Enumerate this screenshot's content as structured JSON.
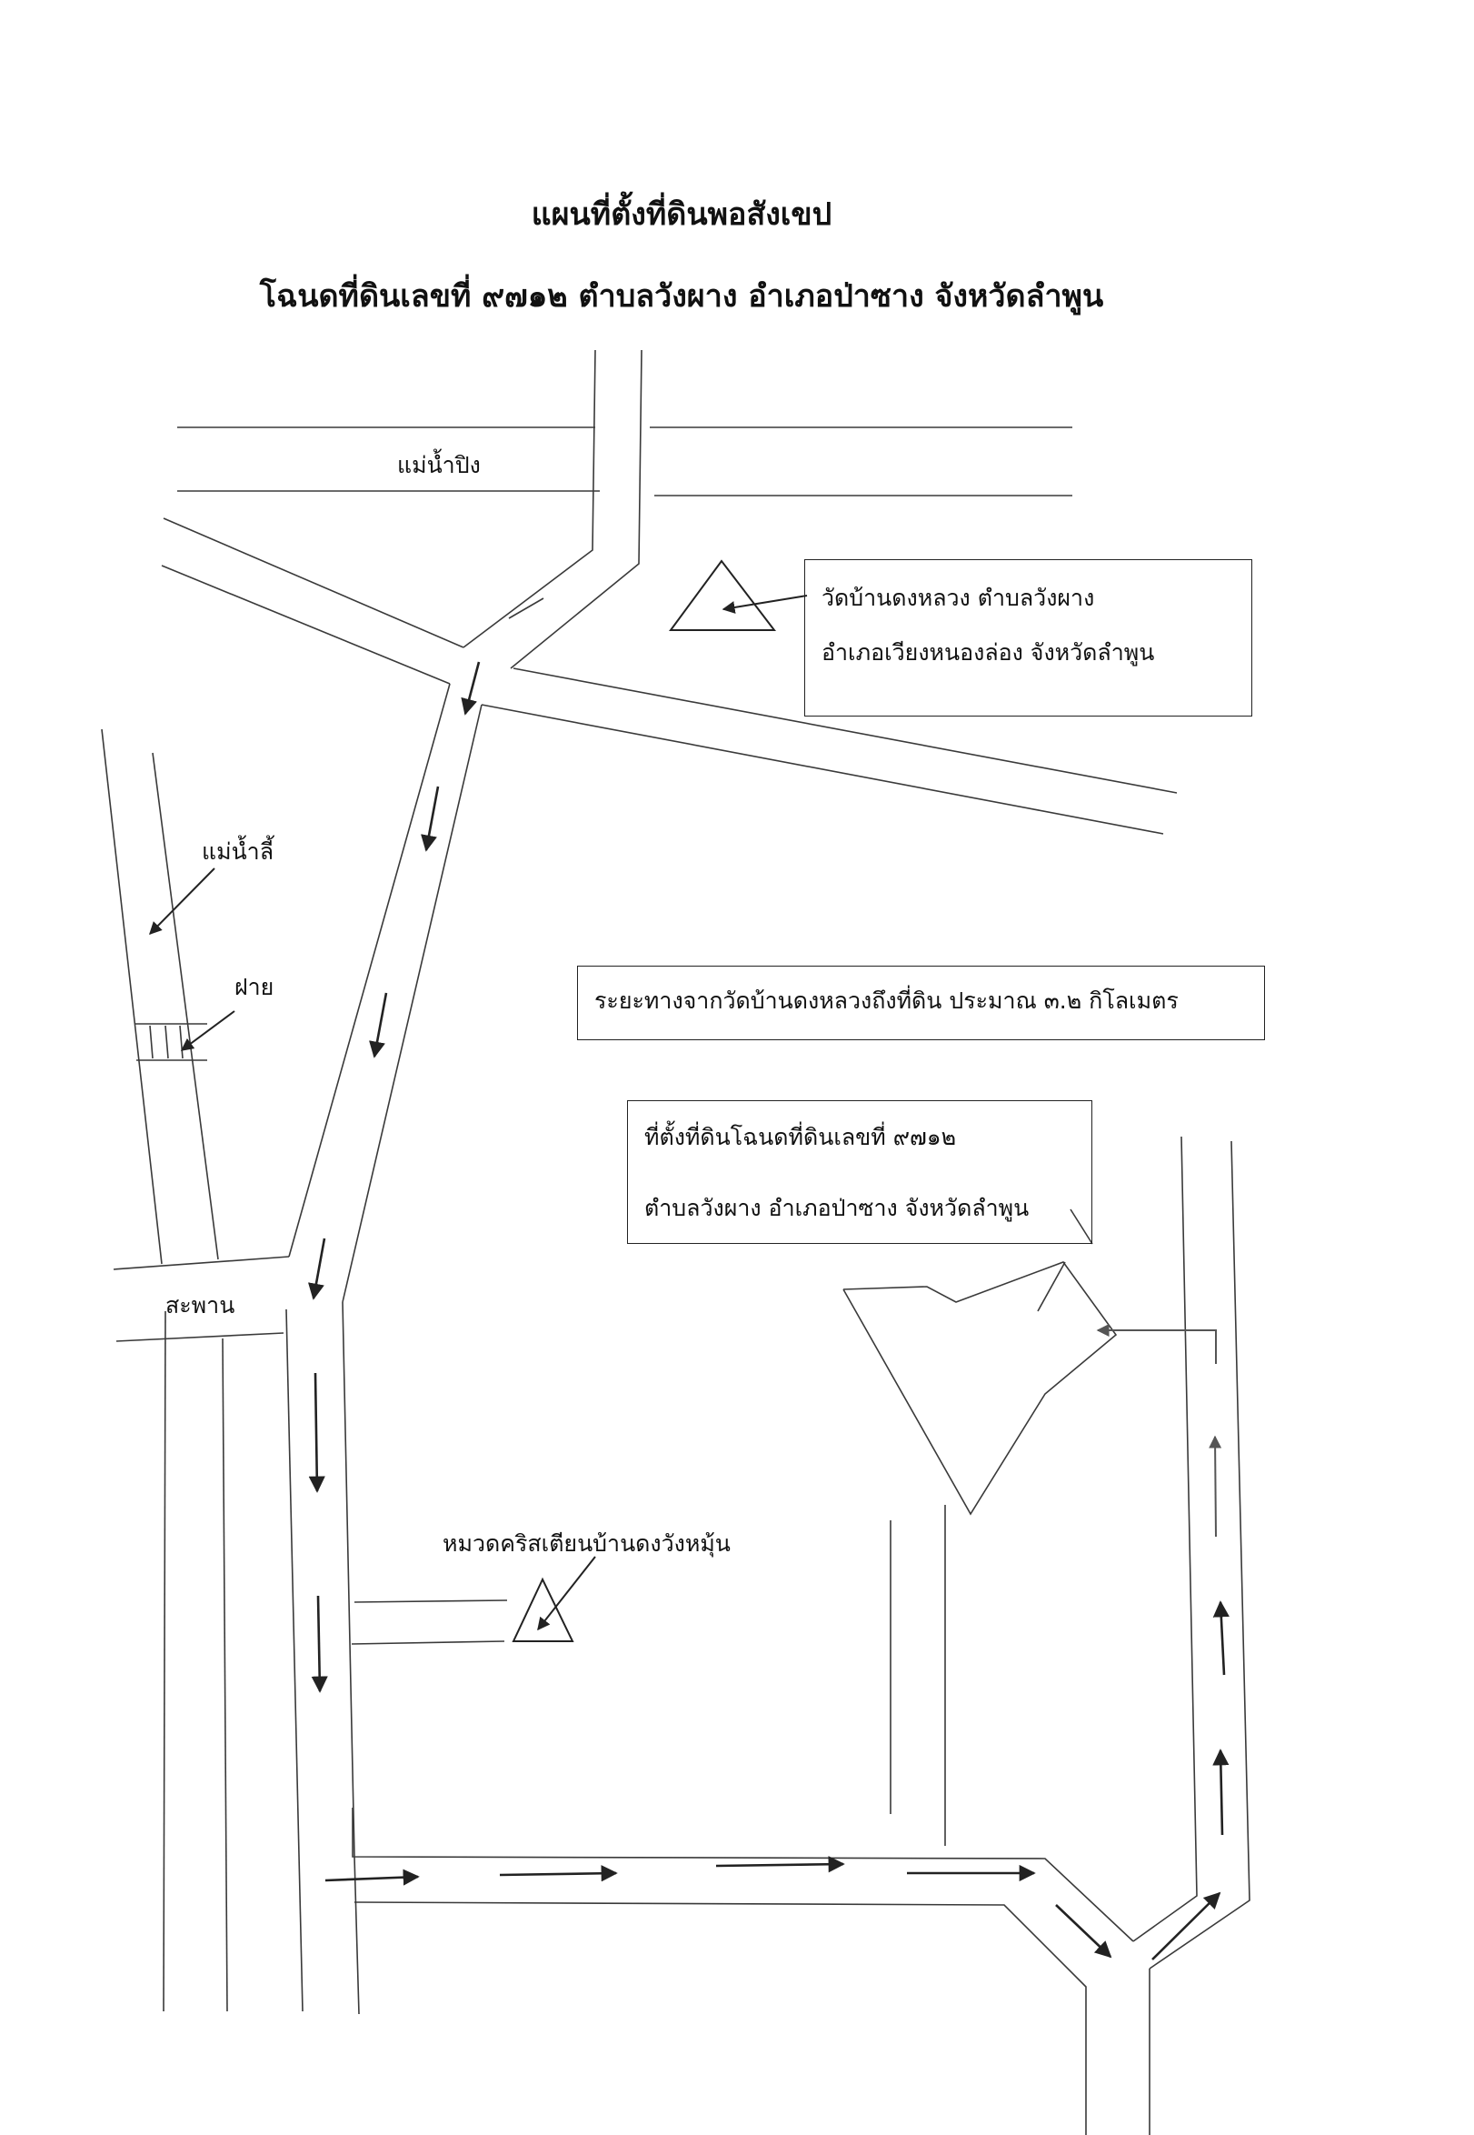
{
  "title": {
    "line1": "แผนที่ตั้งที่ดินพอสังเขป",
    "line2": "โฉนดที่ดินเลขที่ ๙๗๑๒ ตำบลวังผาง อำเภอป่าซาง จังหวัดลำพูน"
  },
  "labels": {
    "ping_river": "แม่น้ำปิง",
    "li_river": "แม่น้ำลี้",
    "weir": "ฝาย",
    "bridge": "สะพาน",
    "church_village": "หมวดคริสเตียนบ้านดงวังหมุ้น"
  },
  "boxes": {
    "temple": {
      "line1": "วัดบ้านดงหลวง  ตำบลวังผาง",
      "line2": "อำเภอเวียงหนองล่อง จังหวัดลำพูน"
    },
    "distance": {
      "text": "ระยะทางจากวัดบ้านดงหลวงถึงที่ดิน ประมาณ ๓.๒ กิโลเมตร"
    },
    "land": {
      "line1": "ที่ตั้งที่ดินโฉนดที่ดินเลขที่ ๙๗๑๒",
      "line2": "ตำบลวังผาง อำเภอป่าซาง  จังหวัดลำพูน"
    }
  },
  "colors": {
    "ink": "#222222",
    "paper": "#ffffff"
  },
  "icons": {
    "temple_marker": "triangle-icon",
    "church_marker": "triangle-icon",
    "route": "arrow-icon"
  }
}
